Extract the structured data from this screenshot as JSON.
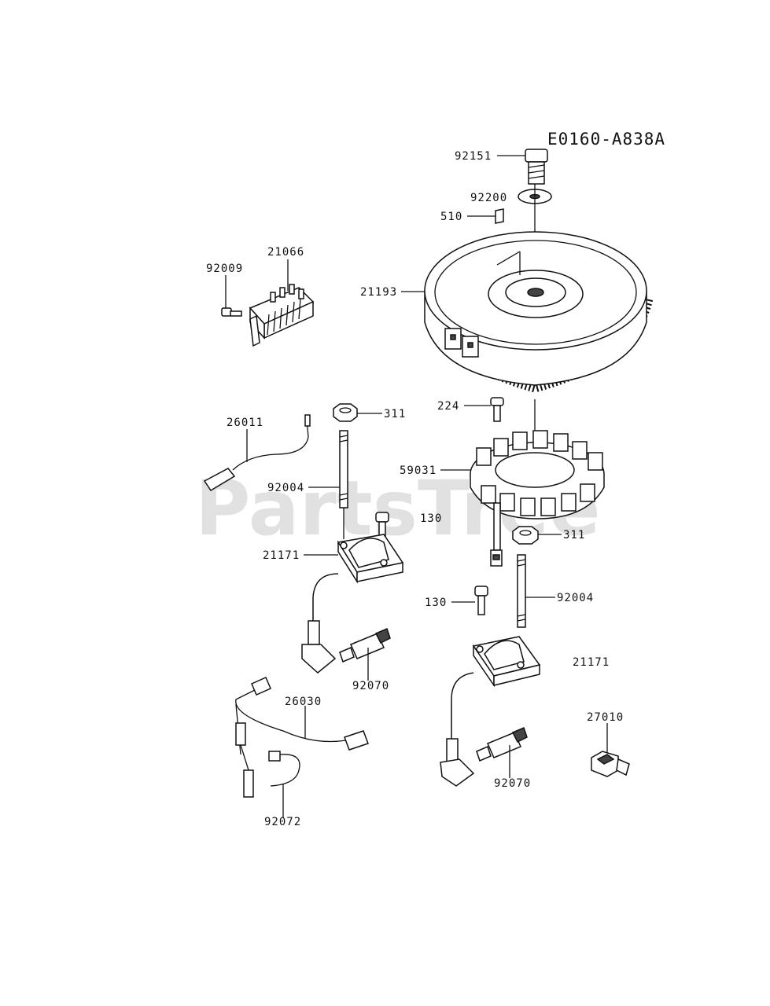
{
  "diagram": {
    "code": "E0160-A838A",
    "watermark": "PartsTree",
    "labels": {
      "p92151": "92151",
      "p92200": "92200",
      "p510": "510",
      "p21066": "21066",
      "p92009": "92009",
      "p21193": "21193",
      "p311a": "311",
      "p26011": "26011",
      "p224": "224",
      "p59031": "59031",
      "p92004a": "92004",
      "p130a": "130",
      "p311b": "311",
      "p21171a": "21171",
      "p130b": "130",
      "p92004b": "92004",
      "p92070a": "92070",
      "p21171b": "21171",
      "p26030": "26030",
      "p27010": "27010",
      "p92070b": "92070",
      "p92072": "92072"
    }
  }
}
